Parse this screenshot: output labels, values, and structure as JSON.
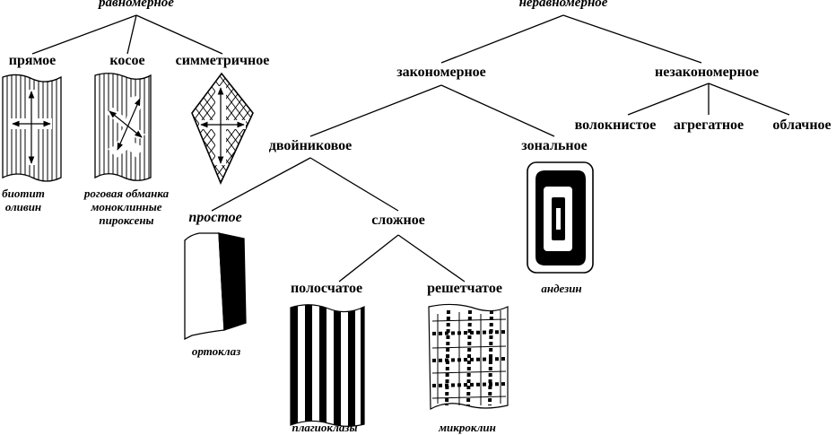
{
  "headings": {
    "uniform": "равномерное",
    "nonuniform": "неравномерное"
  },
  "nodes": {
    "straight": "прямое",
    "oblique": "косое",
    "symmetric": "симметричное",
    "regular": "закономерное",
    "irregular": "незакономерное",
    "fibrous": "волокнистое",
    "aggregate": "агрегатное",
    "cloudy": "облачное",
    "twinned": "двойниковое",
    "zonal": "зональное",
    "simple": "простое",
    "complex": "сложное",
    "striped": "полосчатое",
    "lattice": "решетчатое"
  },
  "minerals": {
    "straight": [
      "биотит",
      "оливин"
    ],
    "oblique": [
      "роговая обманка",
      "моноклинные",
      "пироксены"
    ],
    "zonal": [
      "андезин"
    ],
    "simple": [
      "ортоклаз"
    ],
    "striped": [
      "плагиоклазы"
    ],
    "lattice": [
      "микроклин"
    ]
  },
  "colors": {
    "ink": "#000000",
    "paper": "#ffffff"
  }
}
